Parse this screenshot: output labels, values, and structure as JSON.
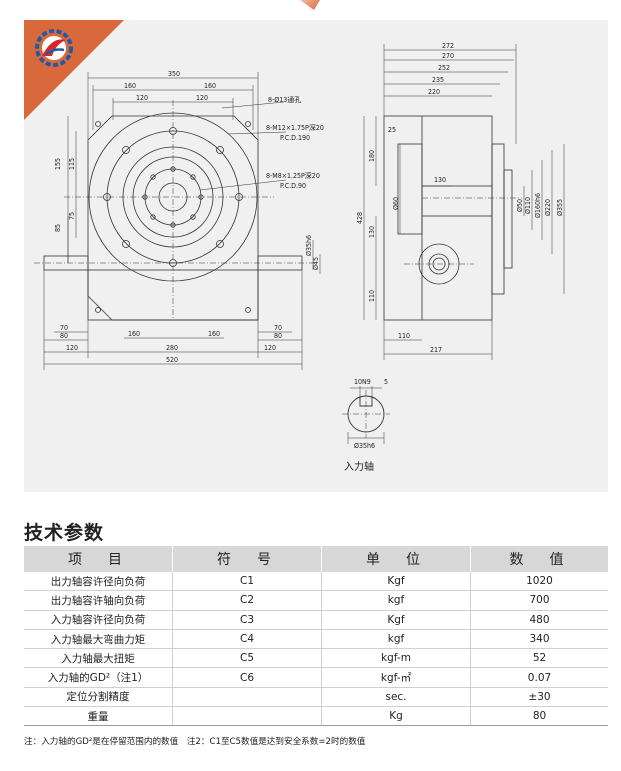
{
  "drawing": {
    "front_view": {
      "dims_top": [
        "350",
        "160",
        "160",
        "120",
        "120"
      ],
      "dims_left": [
        "155",
        "115",
        "75",
        "85"
      ],
      "dims_bottom": [
        "70",
        "80",
        "120",
        "160",
        "280",
        "160",
        "120",
        "70",
        "80",
        "520"
      ],
      "callouts": [
        "8-Ø13通孔",
        "8-M12×1.75P深20",
        "P.C.D.190",
        "8-M8×1.25P深20",
        "P.C.D.90"
      ],
      "shaft_dims": [
        "Ø35h6",
        "Ø45"
      ]
    },
    "side_view": {
      "dims_top": [
        "272",
        "270",
        "252",
        "235",
        "220"
      ],
      "dims_left": [
        "180",
        "428",
        "130",
        "110"
      ],
      "dims_inner": [
        "25",
        "130",
        "Ø60"
      ],
      "dims_right": [
        "Ø50",
        "Ø110",
        "Ø160h6",
        "Ø220",
        "Ø355"
      ],
      "dims_bottom": [
        "110",
        "217"
      ]
    },
    "shaft_section": {
      "dims": [
        "10N9",
        "5",
        "Ø35h6"
      ],
      "caption": "入力轴"
    }
  },
  "section_title": "技术参数",
  "table": {
    "headers": [
      "项　目",
      "符　号",
      "单　位",
      "数　值"
    ],
    "rows": [
      [
        "出力轴容许径向负荷",
        "C1",
        "Kgf",
        "1020"
      ],
      [
        "出力轴容许轴向负荷",
        "C2",
        "kgf",
        "700"
      ],
      [
        "入力轴容许径向负荷",
        "C3",
        "Kgf",
        "480"
      ],
      [
        "入力轴最大弯曲力矩",
        "C4",
        "kgf",
        "340"
      ],
      [
        "入力轴最大扭矩",
        "C5",
        "kgf-m",
        "52"
      ],
      [
        "入力轴的GD²（注1）",
        "C6",
        "kgf-㎡",
        "0.07"
      ],
      [
        "定位分割精度",
        "",
        "sec.",
        "±30"
      ],
      [
        "重量",
        "",
        "Kg",
        "80"
      ]
    ]
  },
  "footnote": "注：入力轴的GD²是在停留范围内的数值　注2：C1至C5数值是达到安全系数=2时的数值",
  "colors": {
    "accent": "#d9683c",
    "logo_blue": "#1f5aa6",
    "logo_red": "#d8262c",
    "panel": "#f0f0f0",
    "header": "#d7d7d7"
  }
}
